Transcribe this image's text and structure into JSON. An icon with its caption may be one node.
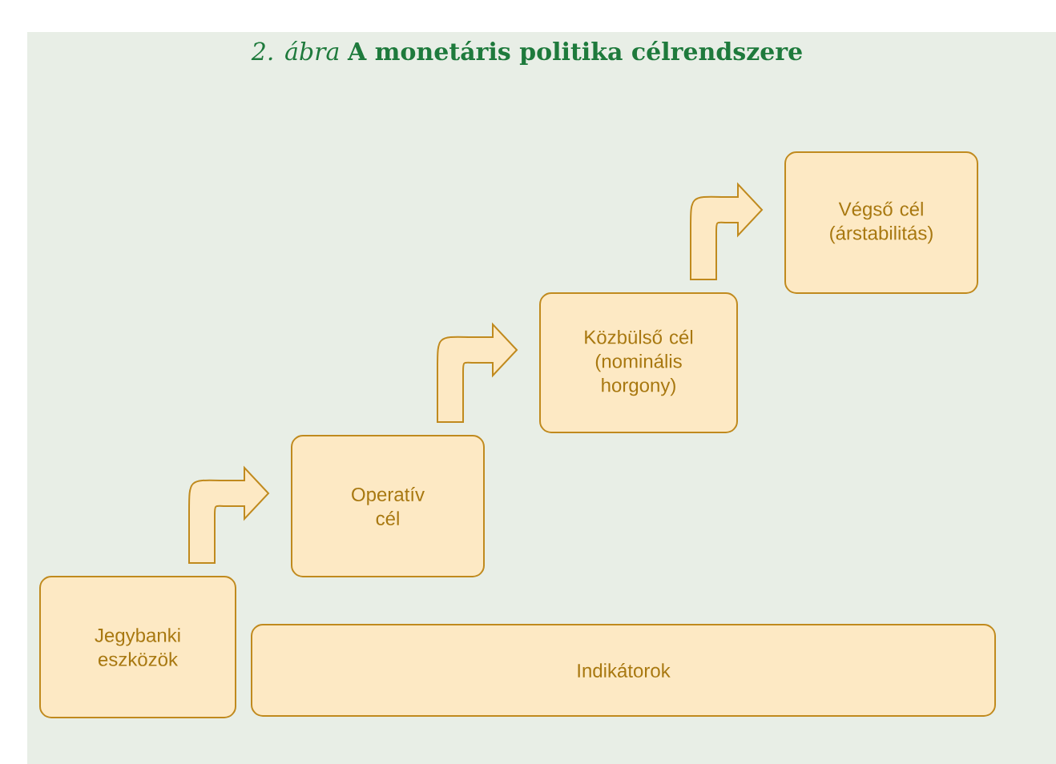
{
  "diagram": {
    "title": "*2. ábra* **A monetáris politika célrendszere**",
    "nodes": [
      {
        "text": [
          "Jegybanki eszközök"
        ]
      },
      {
        "text": [
          "Operatív cél"
        ]
      },
      {
        "text": [
          "Közbülső cél (nominális horgony)"
        ]
      },
      {
        "text": [
          "Végső cél (árstabilitás)"
        ]
      },
      {
        "text": [
          "Indikátorok"
        ]
      }
    ],
    "edges": [
      {
        "from": 0,
        "to": 1,
        "arrow": "to"
      },
      {
        "from": 1,
        "to": 2,
        "arrow": "to"
      },
      {
        "from": 2,
        "to": 3,
        "arrow": "to"
      }
    ]
  }
}
